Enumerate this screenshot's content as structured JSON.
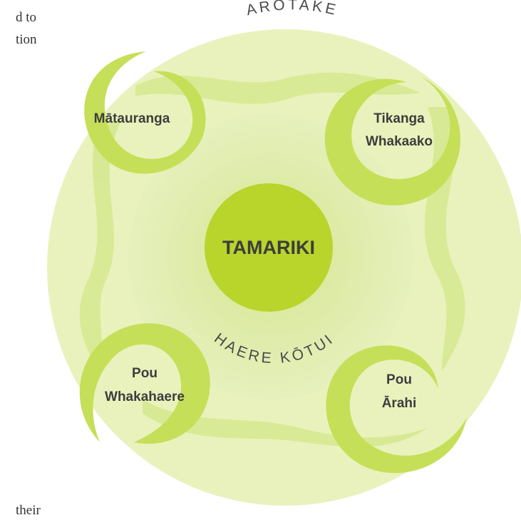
{
  "page_fragments": {
    "line1": "d to",
    "line2": "tion",
    "line3": "their"
  },
  "diagram": {
    "outer_arc_text": "AROTAKE",
    "inner_arc_text": "HAERE KŌTUI",
    "center_label": "TAMARIKI",
    "koru": [
      {
        "lines": [
          "Mātauranga"
        ]
      },
      {
        "lines": [
          "Tikanga",
          "Whakaako"
        ]
      },
      {
        "lines": [
          "Pou",
          "Whakahaere"
        ]
      },
      {
        "lines": [
          "Pou",
          "Ārahi"
        ]
      }
    ]
  },
  "colors": {
    "outer_circle": "#e9f2bd",
    "inner_circle": "#dcea9e",
    "koru": "#c5df58",
    "koru_light": "#d5e88a",
    "center": "#b9d42b",
    "text": "#3d3d3d"
  }
}
